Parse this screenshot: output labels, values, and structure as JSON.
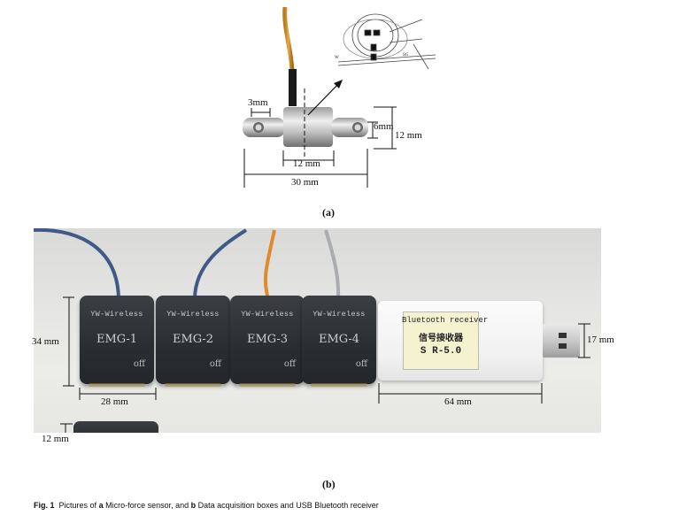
{
  "panel_a": {
    "label": "(a)",
    "dim_3mm": "3mm",
    "dim_6mm": "6mm",
    "dim_12mm_right": "12 mm",
    "dim_12mm_body": "12 mm",
    "dim_30mm": "30 mm",
    "inset_label_w": "W",
    "inset_label_sg": "SG"
  },
  "panel_b": {
    "label": "(b)",
    "dim_34mm": "34 mm",
    "dim_28mm": "28 mm",
    "dim_64mm": "64 mm",
    "dim_17mm": "17 mm",
    "dim_12mm": "12 mm",
    "boxes": [
      {
        "brand": "YW-Wireless",
        "name": "EMG-1",
        "state": "off"
      },
      {
        "brand": "YW-Wireless",
        "name": "EMG-2",
        "state": "off"
      },
      {
        "brand": "YW-Wireless",
        "name": "EMG-3",
        "state": "off"
      },
      {
        "brand": "YW-Wireless",
        "name": "EMG-4",
        "state": "off"
      }
    ],
    "receiver": {
      "line1": "Bluetooth receiver",
      "line2": "信号接收器",
      "line3": "S R-5.0"
    },
    "cable_colors": [
      "#3f5a86",
      "#3f5a86",
      "#e08a2e",
      "#a9acb0"
    ]
  },
  "caption": {
    "prefix": "Fig. 1",
    "text1": "Pictures of ",
    "a": "a",
    "text2": " Micro-force sensor, and ",
    "b": "b",
    "text3": " Data acquisition boxes and USB Bluetooth receiver"
  }
}
